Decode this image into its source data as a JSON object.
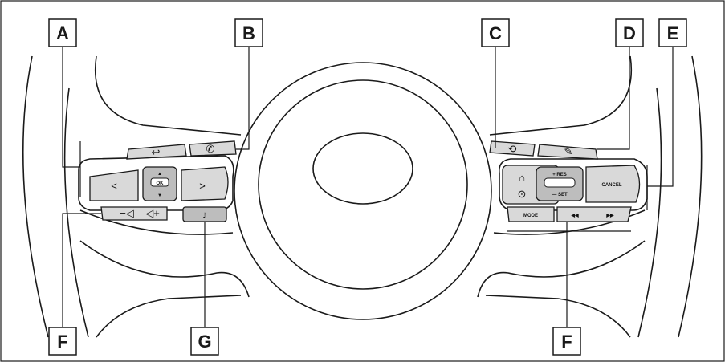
{
  "callouts": {
    "a": "A",
    "b": "B",
    "c": "C",
    "d": "D",
    "e": "E",
    "f_left": "F",
    "f_right": "F",
    "g": "G"
  },
  "buttons": {
    "ok": "OK",
    "res": "+ RES",
    "set": "— SET",
    "cancel": "CANCEL",
    "mode": "MODE",
    "vol_down": "−◁",
    "vol_up": "◁+",
    "prev": "◀◀",
    "next": "▶▶",
    "left": "<",
    "right": ">",
    "back": "↩"
  },
  "colors": {
    "line": "#1a1a1a",
    "button_fill": "#d9d9d9",
    "button_dark": "#bdbdbd"
  }
}
